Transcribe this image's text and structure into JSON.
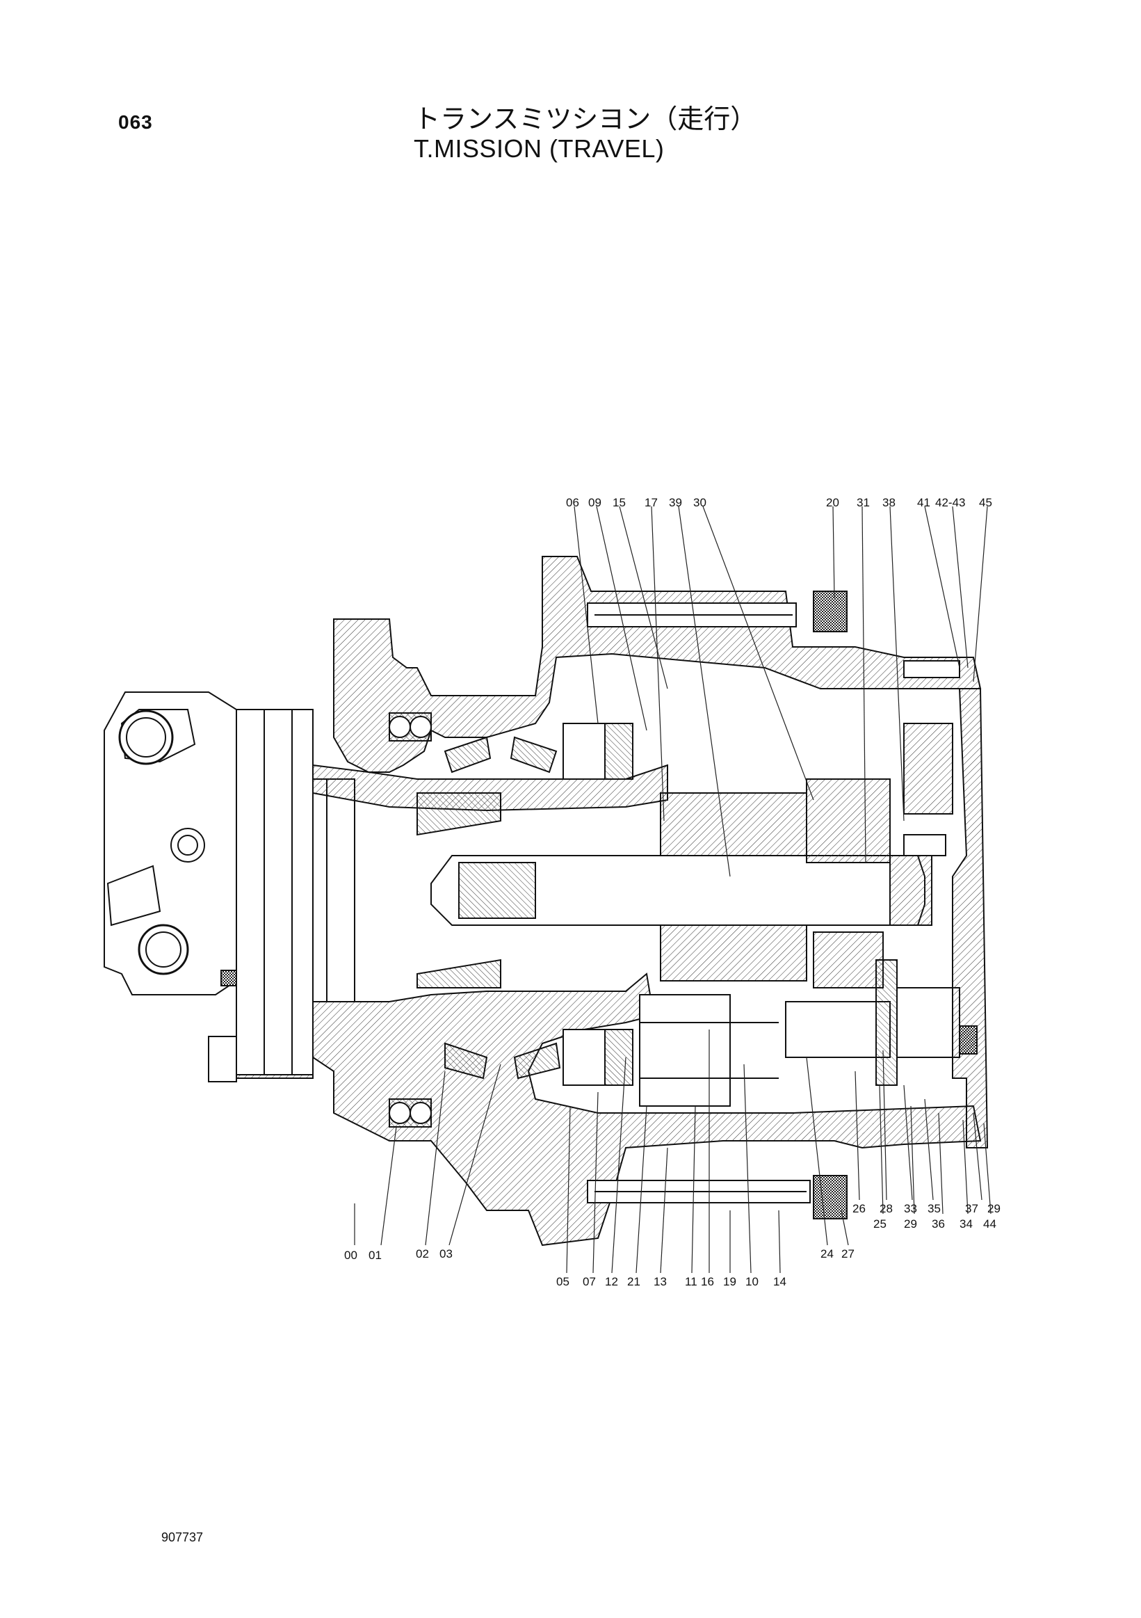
{
  "header": {
    "page_number": "063",
    "title_jp": "トランスミツシヨン（走行）",
    "title_en": "T.MISSION (TRAVEL)"
  },
  "callouts": {
    "top": [
      "06",
      "09",
      "15",
      "17",
      "39",
      "30",
      "20",
      "31",
      "38",
      "41",
      "42-43",
      "45"
    ],
    "bottom_left": [
      "00",
      "01",
      "02",
      "03"
    ],
    "bottom_mid": [
      "05",
      "07",
      "12",
      "21",
      "13",
      "11",
      "16",
      "19",
      "10",
      "14"
    ],
    "bottom_right_a": [
      "24",
      "27"
    ],
    "bottom_right_b": [
      "26",
      "28",
      "33",
      "35",
      "37",
      "29",
      "25",
      "29",
      "36",
      "34",
      "44"
    ]
  },
  "footer": {
    "doc_code": "907737"
  }
}
